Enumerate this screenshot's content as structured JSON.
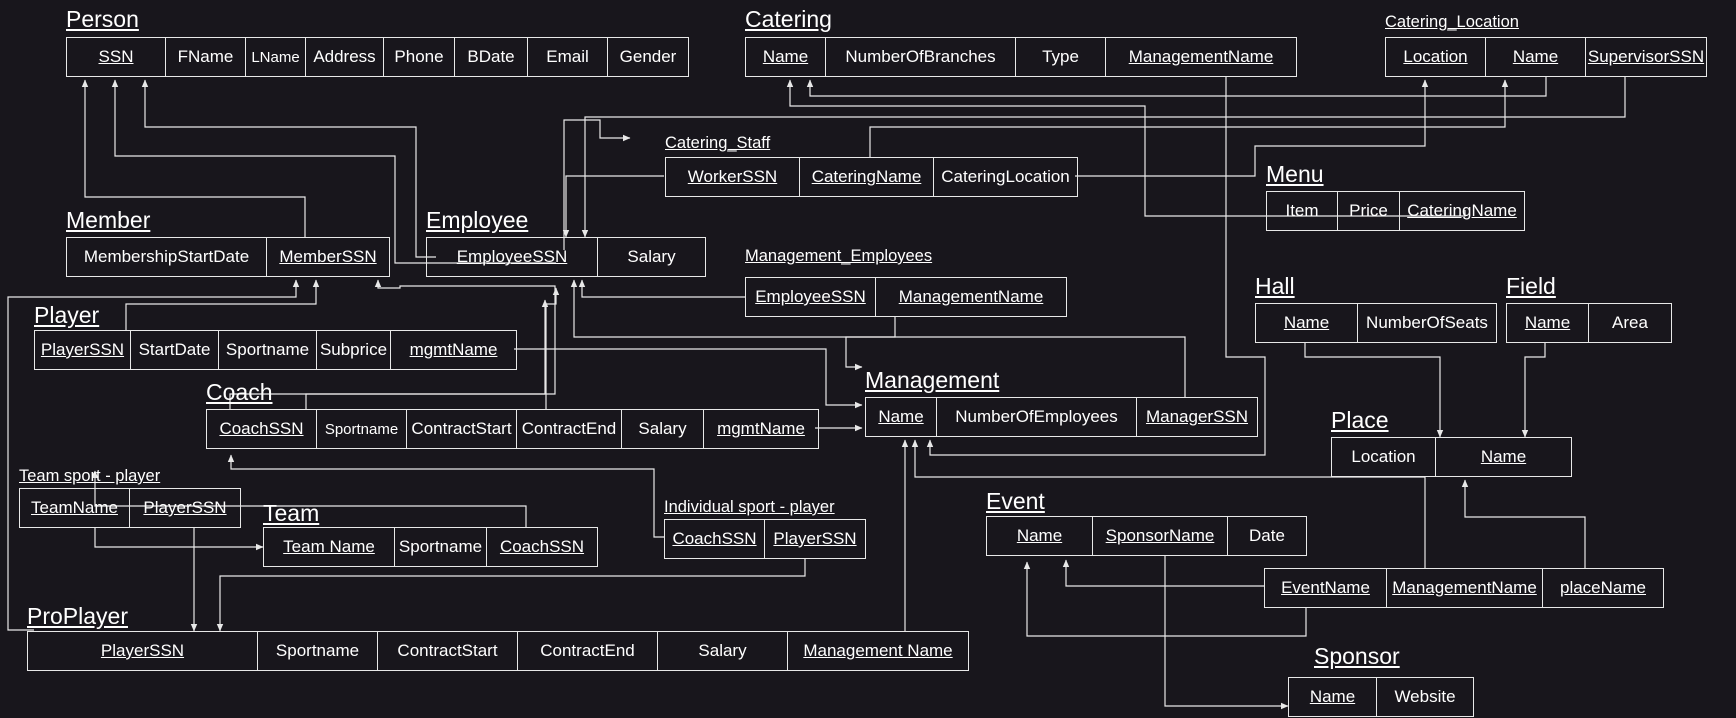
{
  "diagram": {
    "colors": {
      "background": "#18161c",
      "line": "#e8e8e8",
      "text": "#ffffff"
    },
    "tables": [
      {
        "id": "person",
        "title": "Person",
        "columns": [
          {
            "name": "SSN",
            "key": true
          },
          {
            "name": "FName"
          },
          {
            "name": "LName"
          },
          {
            "name": "Address"
          },
          {
            "name": "Phone"
          },
          {
            "name": "BDate"
          },
          {
            "name": "Email"
          },
          {
            "name": "Gender"
          }
        ]
      },
      {
        "id": "catering",
        "title": "Catering",
        "columns": [
          {
            "name": "Name",
            "key": true
          },
          {
            "name": "NumberOfBranches"
          },
          {
            "name": "Type"
          },
          {
            "name": "ManagementName",
            "key": true
          }
        ]
      },
      {
        "id": "catering_location",
        "title": "Catering_Location",
        "columns": [
          {
            "name": "Location",
            "key": true
          },
          {
            "name": "Name",
            "key": true
          },
          {
            "name": "SupervisorSSN",
            "key": true
          }
        ]
      },
      {
        "id": "catering_staff",
        "title": "Catering_Staff",
        "columns": [
          {
            "name": "WorkerSSN",
            "key": true
          },
          {
            "name": "CateringName",
            "key": true
          },
          {
            "name": "CateringLocation"
          }
        ]
      },
      {
        "id": "menu",
        "title": "Menu",
        "columns": [
          {
            "name": "Item"
          },
          {
            "name": "Price"
          },
          {
            "name": "CateringName",
            "key": true
          }
        ]
      },
      {
        "id": "member",
        "title": "Member",
        "columns": [
          {
            "name": "MembershipStartDate"
          },
          {
            "name": "MemberSSN",
            "key": true
          }
        ]
      },
      {
        "id": "employee",
        "title": "Employee",
        "columns": [
          {
            "name": "EmployeeSSN",
            "key": true
          },
          {
            "name": "Salary"
          }
        ]
      },
      {
        "id": "management_employees",
        "title": "Management_Employees",
        "columns": [
          {
            "name": "EmployeeSSN",
            "key": true
          },
          {
            "name": "ManagementName",
            "key": true
          }
        ]
      },
      {
        "id": "hall",
        "title": "Hall",
        "columns": [
          {
            "name": "Name",
            "key": true
          },
          {
            "name": "NumberOfSeats"
          }
        ]
      },
      {
        "id": "field",
        "title": "Field",
        "columns": [
          {
            "name": "Name",
            "key": true
          },
          {
            "name": "Area"
          }
        ]
      },
      {
        "id": "player",
        "title": "Player",
        "columns": [
          {
            "name": "PlayerSSN",
            "key": true
          },
          {
            "name": "StartDate"
          },
          {
            "name": "Sportname"
          },
          {
            "name": "Subprice"
          },
          {
            "name": "mgmtName",
            "key": true
          }
        ]
      },
      {
        "id": "management",
        "title": "Management",
        "columns": [
          {
            "name": "Name",
            "key": true
          },
          {
            "name": "NumberOfEmployees"
          },
          {
            "name": "ManagerSSN",
            "key": true
          }
        ]
      },
      {
        "id": "coach",
        "title": "Coach",
        "columns": [
          {
            "name": "CoachSSN",
            "key": true
          },
          {
            "name": "Sportname"
          },
          {
            "name": "ContractStart"
          },
          {
            "name": "ContractEnd"
          },
          {
            "name": "Salary"
          },
          {
            "name": "mgmtName",
            "key": true
          }
        ]
      },
      {
        "id": "place",
        "title": "Place",
        "columns": [
          {
            "name": "Location"
          },
          {
            "name": "Name",
            "key": true
          }
        ]
      },
      {
        "id": "team_sport_player",
        "title": "Team sport - player",
        "columns": [
          {
            "name": "TeamName",
            "key": true
          },
          {
            "name": "PlayerSSN",
            "key": true
          }
        ]
      },
      {
        "id": "team",
        "title": "Team",
        "columns": [
          {
            "name": "Team Name",
            "key": true
          },
          {
            "name": "Sportname"
          },
          {
            "name": "CoachSSN",
            "key": true
          }
        ]
      },
      {
        "id": "individual_sport_player",
        "title": "Individual sport - player",
        "columns": [
          {
            "name": "CoachSSN",
            "key": true
          },
          {
            "name": "PlayerSSN",
            "key": true
          }
        ]
      },
      {
        "id": "event",
        "title": "Event",
        "columns": [
          {
            "name": "Name",
            "key": true
          },
          {
            "name": "SponsorName",
            "key": true
          },
          {
            "name": "Date"
          }
        ]
      },
      {
        "id": "event_place",
        "title": "",
        "columns": [
          {
            "name": "EventName",
            "key": true
          },
          {
            "name": "ManagementName",
            "key": true
          },
          {
            "name": "placeName",
            "key": true
          }
        ]
      },
      {
        "id": "proplayer",
        "title": "ProPlayer",
        "columns": [
          {
            "name": "PlayerSSN",
            "key": true
          },
          {
            "name": "Sportname"
          },
          {
            "name": "ContractStart"
          },
          {
            "name": "ContractEnd"
          },
          {
            "name": "Salary"
          },
          {
            "name": "Management Name",
            "key": true
          }
        ]
      },
      {
        "id": "sponsor",
        "title": "Sponsor",
        "columns": [
          {
            "name": "Name",
            "key": true
          },
          {
            "name": "Website"
          }
        ]
      }
    ]
  }
}
